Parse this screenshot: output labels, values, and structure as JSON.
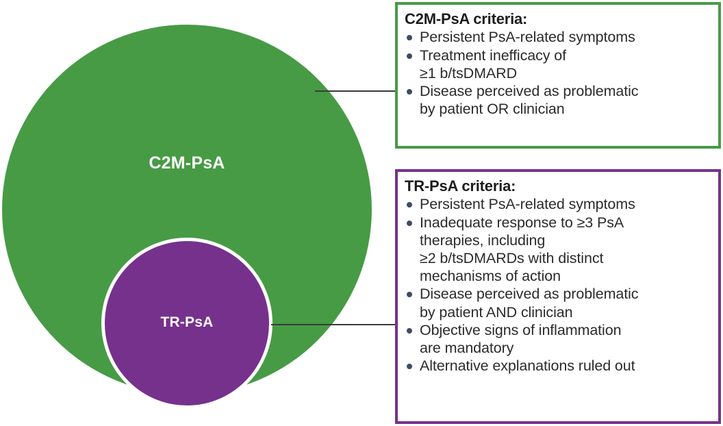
{
  "figure": {
    "type": "venn-nested-diagram",
    "title": "",
    "colors": {
      "outer_circle": "#479B45",
      "inner_circle": "#76318C",
      "circle_label_text": "#FFFFFF",
      "bullet_dot": "#3E4C63",
      "connector_line": "#3A3A3A",
      "body_text": "#2B2B2B"
    }
  },
  "venn": {
    "outer": {
      "label": "C2M-PsA",
      "color": "#479B45"
    },
    "inner": {
      "label": "TR-PsA",
      "color": "#76318C"
    }
  },
  "boxes": [
    {
      "id": "c2m-psa-criteria",
      "title": "C2M-PsA criteria:",
      "border_color": "#479B45",
      "items": [
        "Persistent PsA-related symptoms",
        "Treatment inefficacy of\n≥1 b/tsDMARD",
        "Disease perceived as problematic\nby patient OR clinician"
      ]
    },
    {
      "id": "tr-psa-criteria",
      "title": "TR-PsA criteria:",
      "border_color": "#76318C",
      "items": [
        "Persistent PsA-related symptoms",
        "Inadequate response to ≥3 PsA\ntherapies, including\n≥2 b/tsDMARDs with distinct\nmechanisms of action",
        "Disease perceived as problematic\nby patient AND clinician",
        "Objective signs of inflammation\nare mandatory",
        "Alternative explanations ruled out"
      ]
    }
  ]
}
